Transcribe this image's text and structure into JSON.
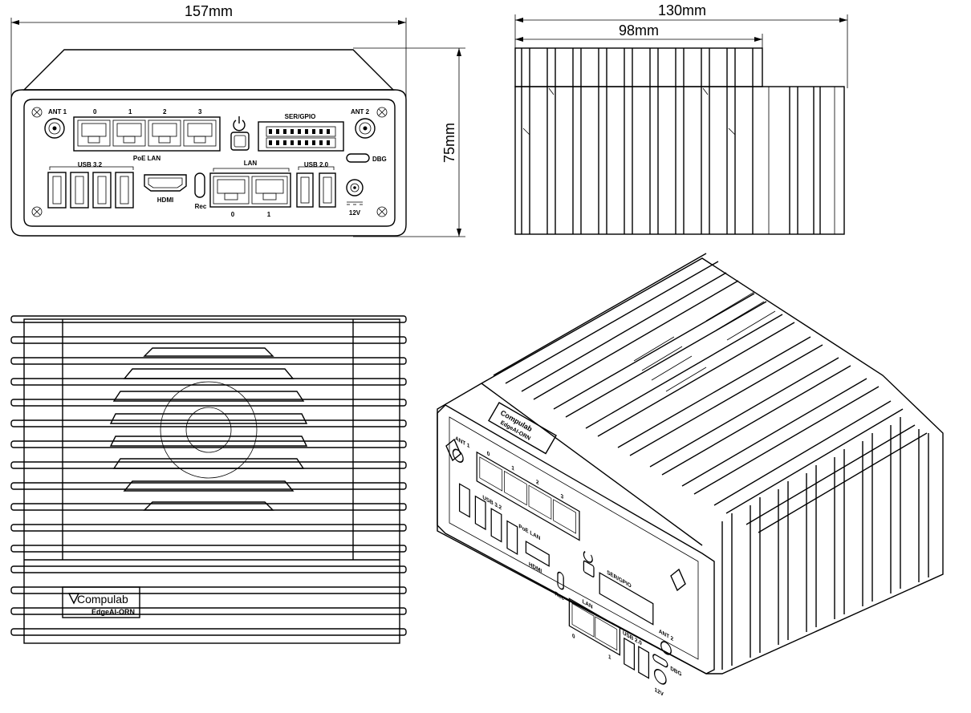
{
  "dimensions": {
    "front_width": "157mm",
    "height": "75mm",
    "side_length": "130mm",
    "side_body": "98mm"
  },
  "ports": {
    "ant1": "ANT 1",
    "ant2": "ANT 2",
    "poe_nums": [
      "0",
      "1",
      "2",
      "3"
    ],
    "poe_lan": "PoE LAN",
    "ser_gpio": "SER/GPIO",
    "dbg": "DBG",
    "usb32": "USB 3.2",
    "hdmi": "HDMI",
    "rec": "Rec",
    "lan": "LAN",
    "lan_nums": [
      "0",
      "1"
    ],
    "usb20": "USB 2.0",
    "power": "12V"
  },
  "branding": {
    "brand": "Compulab",
    "model": "EdgeAI-ORN"
  }
}
